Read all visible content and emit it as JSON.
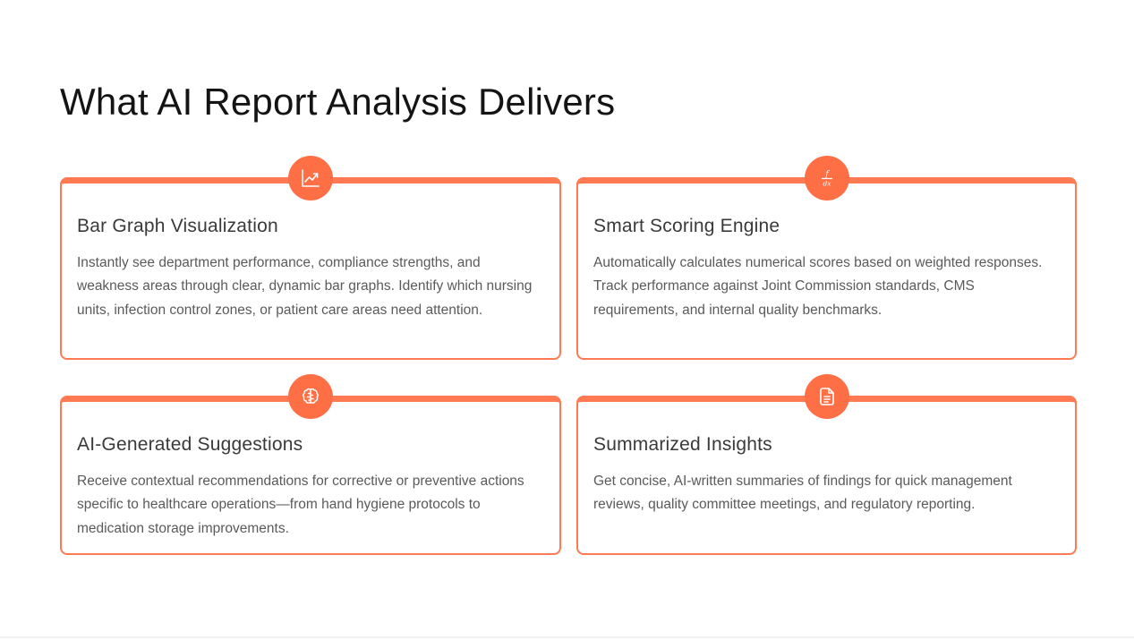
{
  "page": {
    "title": "What AI Report Analysis Delivers"
  },
  "colors": {
    "accent": "#ff7a52",
    "icon_bg": "#ff6f45",
    "title_text": "#141414",
    "body_text": "#5a5a5a"
  },
  "cards": [
    {
      "icon": "trending-up-chart-icon",
      "title": "Bar Graph Visualization",
      "description": "Instantly see department performance, compliance strengths, and weakness areas through clear, dynamic bar graphs. Identify which nursing units, infection control zones, or patient care areas need attention."
    },
    {
      "icon": "derivative-formula-icon",
      "icon_text_top": "f",
      "icon_text_bottom": "dx",
      "title": "Smart Scoring Engine",
      "description": "Automatically calculates numerical scores based on weighted responses. Track performance against Joint Commission standards, CMS requirements, and internal quality benchmarks."
    },
    {
      "icon": "brain-icon",
      "title": "AI-Generated Suggestions",
      "description": "Receive contextual recommendations for corrective or preventive actions specific to healthcare operations—from hand hygiene protocols to medication storage improvements."
    },
    {
      "icon": "document-icon",
      "title": "Summarized Insights",
      "description": "Get concise, AI-written summaries of findings for quick management reviews, quality committee meetings, and regulatory reporting."
    }
  ]
}
